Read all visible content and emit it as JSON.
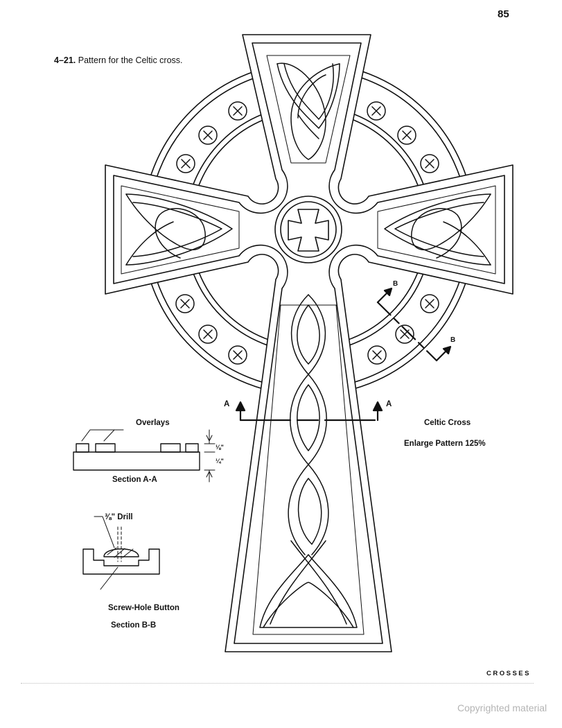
{
  "page": {
    "number": "85",
    "figure_number": "4–21.",
    "figure_caption": "Pattern for the Celtic cross.",
    "footer_section": "CROSSES",
    "copyright": "Copyrighted material"
  },
  "cross": {
    "title": "Celtic Cross",
    "instruction": "Enlarge Pattern 125%",
    "section_marker_a": "A",
    "section_marker_b": "B"
  },
  "section_aa": {
    "overlays_label": "Overlays",
    "dim_top": "⅛\"",
    "dim_bottom": "¼\"",
    "title": "Section A-A"
  },
  "section_bb": {
    "drill_label": "⅜\" Drill",
    "button_label": "Screw-Hole Button",
    "title": "Section B-B"
  }
}
